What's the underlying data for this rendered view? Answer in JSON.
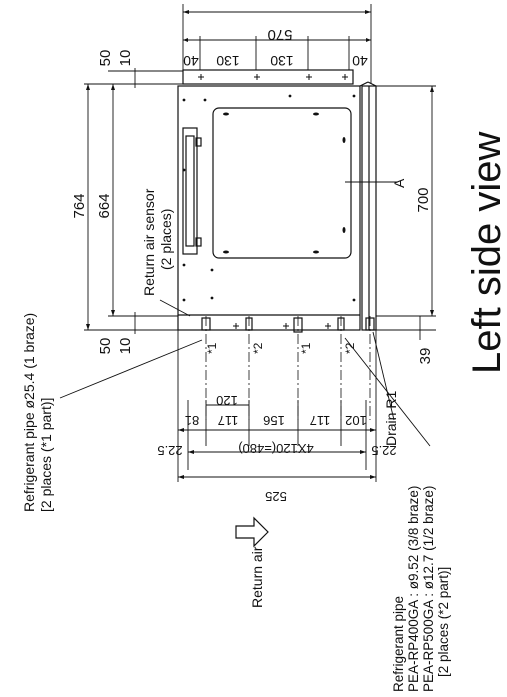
{
  "title": "Left side view",
  "dims": {
    "top_total": "570",
    "top_seg_1": "40",
    "top_seg_2": "130",
    "top_seg_3": "130",
    "top_seg_4": "40",
    "left_764": "764",
    "left_664": "664",
    "left_50_top": "50",
    "left_10_top": "10",
    "left_50_bot": "50",
    "left_10_bot": "10",
    "right_700": "700",
    "right_39": "39",
    "bot_120": "120",
    "bot_81": "81",
    "bot_117a": "117",
    "bot_156": "156",
    "bot_117b": "117",
    "bot_102": "102",
    "bot_22_5a": "22.5",
    "bot_4x120": "4X120(=480)",
    "bot_22_5b": "22.5",
    "bot_525": "525"
  },
  "labels": {
    "return_air_sensor": "Return air sensor",
    "two_places": "(2 places)",
    "point_a": "A",
    "drain": "Drain R1",
    "return_air": "Return air",
    "marker_star1": "*1",
    "marker_star2": "*2",
    "ref_pipe_large_1": "Refrigerant pipe ø25.4 (1 braze)",
    "ref_pipe_large_2": "[2 places (*1 part)]",
    "ref_pipe_small_1": "Refrigerant pipe",
    "ref_pipe_small_2": "PEA-RP400GA : ø9.52 (3/8 braze)",
    "ref_pipe_small_3": "PEA-RP500GA : ø12.7 (1/2 braze)",
    "ref_pipe_small_4": "[2 places (*2 part)]"
  }
}
